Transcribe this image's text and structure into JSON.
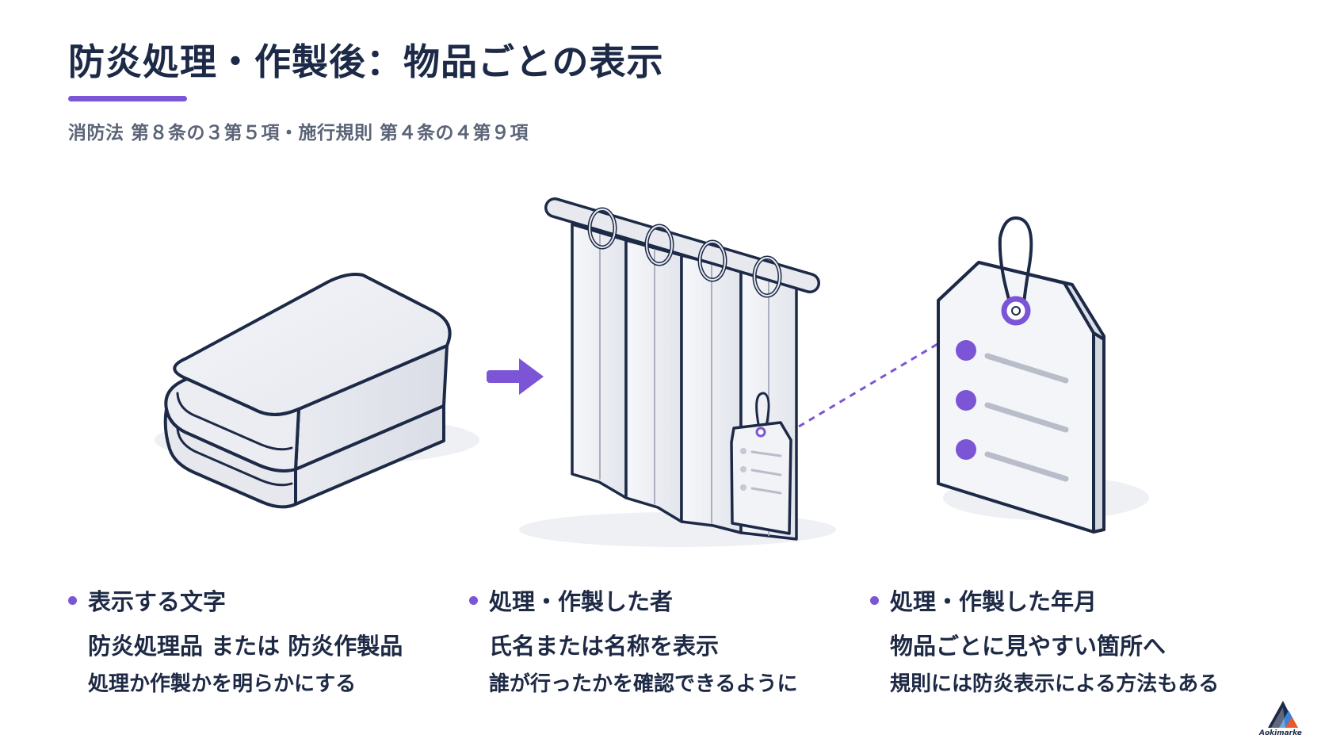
{
  "title": "防炎処理・作製後：物品ごとの表示",
  "subtitle": "消防法 第８条の３第５項・施行規則 第４条の４第９項",
  "columns": [
    {
      "heading": "表示する文字",
      "line1": "防炎処理品 または 防炎作製品",
      "line2": "処理か作製かを明らかにする"
    },
    {
      "heading": "処理・作製した者",
      "line1": "氏名または名称を表示",
      "line2": "誰が行ったかを確認できるように"
    },
    {
      "heading": "処理・作製した年月",
      "line1": "物品ごとに見やすい箇所へ",
      "line2": "規則には防炎表示による方法もある"
    }
  ],
  "logo": {
    "text": "Aokimarke"
  },
  "colors": {
    "accent": "#7b55d6",
    "navy": "#1d2a47",
    "subtext": "#5b6477",
    "line_gray": "#b8bdc9"
  },
  "icons": [
    "folded-fabric-icon",
    "arrow-right-icon",
    "curtain-with-tag-icon",
    "large-label-tag-icon",
    "brand-logo-icon"
  ]
}
